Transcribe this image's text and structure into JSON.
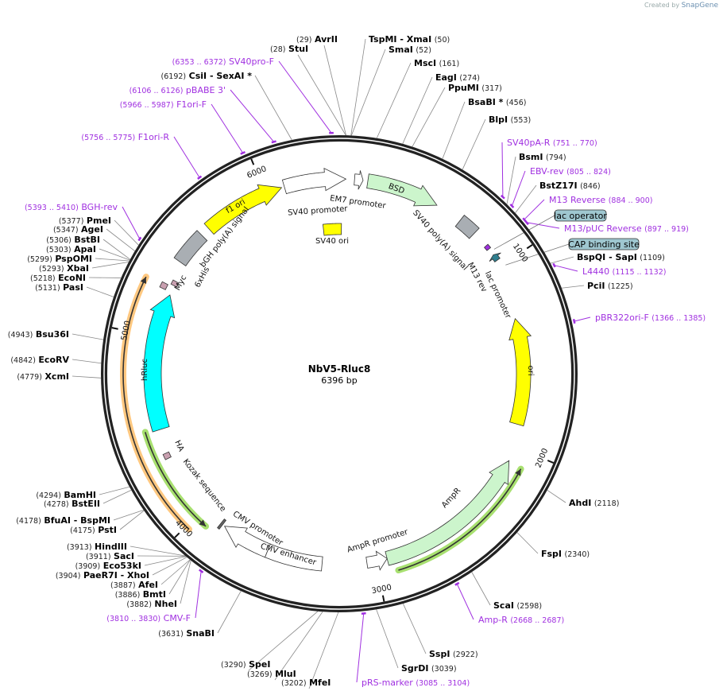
{
  "watermark": {
    "prefix": "Created by",
    "brand": "SnapGene"
  },
  "plasmid": {
    "name": "NbV5-Rluc8",
    "length": "6396 bp",
    "ticks": [
      "1000",
      "2000",
      "3000",
      "4000",
      "5000",
      "6000"
    ]
  },
  "enzymes": [
    {
      "name": "AvrII",
      "pos": 29
    },
    {
      "name": "StuI",
      "pos": 28
    },
    {
      "name": "TspMI  - XmaI",
      "pos": 50
    },
    {
      "name": "SmaI",
      "pos": 52
    },
    {
      "name": "MscI",
      "pos": 161
    },
    {
      "name": "EagI",
      "pos": 274
    },
    {
      "name": "PpuMI",
      "pos": 317
    },
    {
      "name": "BsaBI *",
      "pos": 456
    },
    {
      "name": "BlpI",
      "pos": 553
    },
    {
      "name": "BsmI",
      "pos": 794
    },
    {
      "name": "BstZ17I",
      "pos": 846
    },
    {
      "name": "BspQI  - SapI",
      "pos": 1109
    },
    {
      "name": "PciI",
      "pos": 1225
    },
    {
      "name": "AhdI",
      "pos": 2118
    },
    {
      "name": "FspI",
      "pos": 2340
    },
    {
      "name": "ScaI",
      "pos": 2598
    },
    {
      "name": "SspI",
      "pos": 2922
    },
    {
      "name": "SgrDI",
      "pos": 3039
    },
    {
      "name": "MfeI",
      "pos": 3202
    },
    {
      "name": "MluI",
      "pos": 3269
    },
    {
      "name": "SpeI",
      "pos": 3290
    },
    {
      "name": "SnaBI",
      "pos": 3631
    },
    {
      "name": "NheI",
      "pos": 3882
    },
    {
      "name": "BmtI",
      "pos": 3886
    },
    {
      "name": "AfeI",
      "pos": 3887
    },
    {
      "name": "PaeR7I  - XhoI",
      "pos": 3904
    },
    {
      "name": "Eco53kI",
      "pos": 3909
    },
    {
      "name": "SacI",
      "pos": 3911
    },
    {
      "name": "HindIII",
      "pos": 3913
    },
    {
      "name": "PstI",
      "pos": 4175
    },
    {
      "name": "BfuAI  - BspMI",
      "pos": 4178
    },
    {
      "name": "BstEII",
      "pos": 4278
    },
    {
      "name": "BamHI",
      "pos": 4294
    },
    {
      "name": "XcmI",
      "pos": 4779
    },
    {
      "name": "EcoRV",
      "pos": 4842
    },
    {
      "name": "Bsu36I",
      "pos": 4943
    },
    {
      "name": "PasI",
      "pos": 5131
    },
    {
      "name": "EcoNI",
      "pos": 5218
    },
    {
      "name": "XbaI",
      "pos": 5293
    },
    {
      "name": "PspOMI",
      "pos": 5299
    },
    {
      "name": "ApaI",
      "pos": 5303
    },
    {
      "name": "BstBI",
      "pos": 5306
    },
    {
      "name": "AgeI",
      "pos": 5347
    },
    {
      "name": "PmeI",
      "pos": 5377
    },
    {
      "name": "CsiI  - SexAI *",
      "pos": 6192
    }
  ],
  "primers": [
    {
      "name": "SV40pro-F",
      "start": 6353,
      "end": 6372
    },
    {
      "name": "pBABE 3'",
      "start": 6106,
      "end": 6126
    },
    {
      "name": "F1ori-F",
      "start": 5966,
      "end": 5987
    },
    {
      "name": "F1ori-R",
      "start": 5756,
      "end": 5775
    },
    {
      "name": "BGH-rev",
      "start": 5393,
      "end": 5410
    },
    {
      "name": "SV40pA-R",
      "start": 751,
      "end": 770
    },
    {
      "name": "EBV-rev",
      "start": 805,
      "end": 824
    },
    {
      "name": "M13 Reverse",
      "start": 884,
      "end": 900
    },
    {
      "name": "M13/pUC Reverse",
      "start": 897,
      "end": 919
    },
    {
      "name": "L4440",
      "start": 1115,
      "end": 1132
    },
    {
      "name": "pBR322ori-F",
      "start": 1366,
      "end": 1385
    },
    {
      "name": "Amp-R",
      "start": 2668,
      "end": 2687
    },
    {
      "name": "pRS-marker",
      "start": 3085,
      "end": 3104
    },
    {
      "name": "CMV-F",
      "start": 3810,
      "end": 3830
    }
  ],
  "boxed_features": [
    "lac operator",
    "CAP binding site"
  ],
  "features": [
    "SV40 promoter",
    "EM7 promoter",
    "BSD",
    "SV40 poly(A) signal",
    "M13 rev",
    "lac promoter",
    "SV40 ori",
    "ori",
    "AmpR",
    "AmpR promoter",
    "CMV enhancer",
    "CMV promoter",
    "Kozak sequence",
    "HA",
    "hRluc",
    "Myc",
    "6xHis",
    "bGH poly(A) signal",
    "f1 ori"
  ],
  "colors": {
    "primer": "#a030e0",
    "promoter": "#ffffff",
    "ori": "#ffff00",
    "marker": "#ccf5cc",
    "polyA": "#a9aeb3",
    "hRluc": "#00ffff",
    "tag": "#c9a0b0",
    "lac": "#2f7f8f",
    "box": "#9fc7d0"
  }
}
